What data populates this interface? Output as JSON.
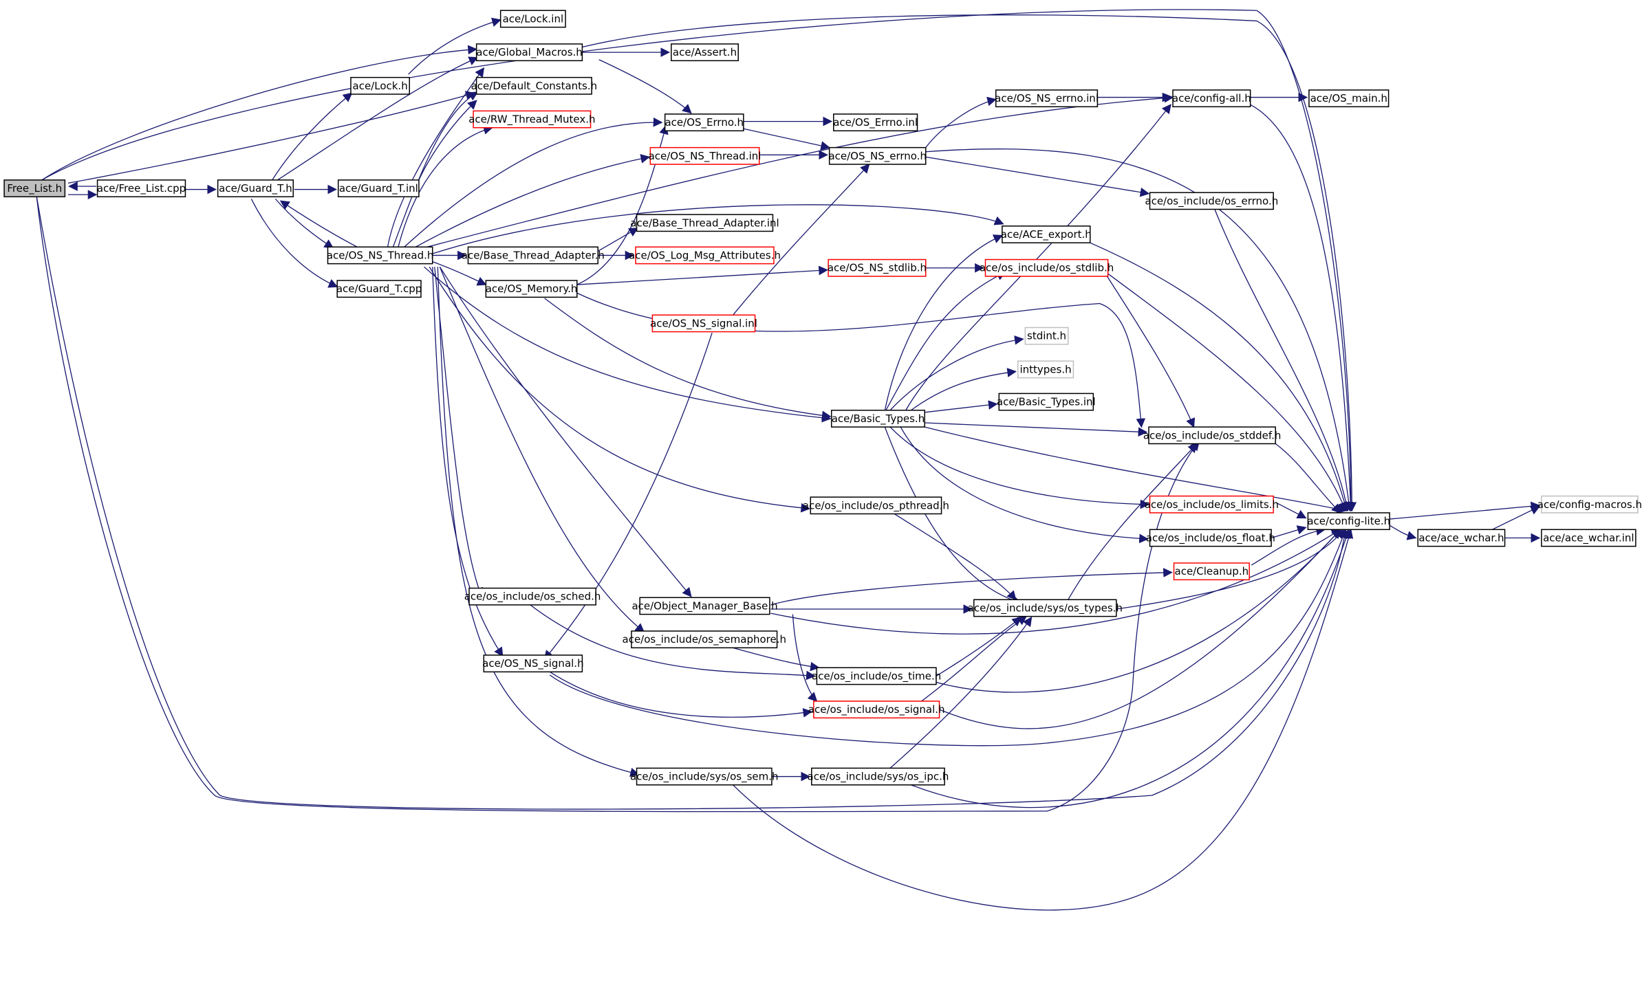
{
  "colors": {
    "edge": "#191970",
    "node_border": "#000000",
    "node_border_truncated": "#ff0000",
    "node_border_external": "#bfbfbf",
    "node_fill": "#ffffff",
    "root_fill": "#bfbfbf"
  },
  "nodes": {
    "free_list_h": "Free_List.h",
    "free_list_cpp": "ace/Free_List.cpp",
    "guard_t_h": "ace/Guard_T.h",
    "guard_t_inl": "ace/Guard_T.inl",
    "guard_t_cpp": "ace/Guard_T.cpp",
    "lock_h": "ace/Lock.h",
    "lock_inl": "ace/Lock.inl",
    "global_macros_h": "ace/Global_Macros.h",
    "assert_h": "ace/Assert.h",
    "default_constants_h": "ace/Default_Constants.h",
    "rw_thread_mutex_h": "ace/RW_Thread_Mutex.h",
    "os_ns_thread_h": "ace/OS_NS_Thread.h",
    "os_errno_h": "ace/OS_Errno.h",
    "os_errno_inl": "ace/OS_Errno.inl",
    "os_ns_thread_inl": "ace/OS_NS_Thread.inl",
    "os_ns_errno_h": "ace/OS_NS_errno.h",
    "os_ns_errno_inl": "ace/OS_NS_errno.inl",
    "config_all_h": "ace/config-all.h",
    "os_main_h": "ace/OS_main.h",
    "os_include_os_errno_h": "ace/os_include/os_errno.h",
    "ace_export_h": "ace/ACE_export.h",
    "base_thread_adapter_inl": "ace/Base_Thread_Adapter.inl",
    "base_thread_adapter_h": "ace/Base_Thread_Adapter.h",
    "os_log_msg_attributes_h": "ace/OS_Log_Msg_Attributes.h",
    "os_memory_h": "ace/OS_Memory.h",
    "os_ns_stdlib_h": "ace/OS_NS_stdlib.h",
    "os_include_os_stdlib_h": "ace/os_include/os_stdlib.h",
    "os_ns_signal_inl": "ace/OS_NS_signal.inl",
    "stdint_h": "stdint.h",
    "inttypes_h": "inttypes.h",
    "basic_types_inl": "ace/Basic_Types.inl",
    "basic_types_h": "ace/Basic_Types.h",
    "os_include_os_stddef_h": "ace/os_include/os_stddef.h",
    "os_include_os_limits_h": "ace/os_include/os_limits.h",
    "os_include_os_pthread_h": "ace/os_include/os_pthread.h",
    "config_lite_h": "ace/config-lite.h",
    "config_macros_h": "ace/config-macros.h",
    "os_include_os_float_h": "ace/os_include/os_float.h",
    "ace_wchar_h": "ace/ace_wchar.h",
    "ace_wchar_inl": "ace/ace_wchar.inl",
    "cleanup_h": "ace/Cleanup.h",
    "os_include_os_sched_h": "ace/os_include/os_sched.h",
    "object_manager_base_h": "ace/Object_Manager_Base.h",
    "os_include_sys_os_types_h": "ace/os_include/sys/os_types.h",
    "os_include_os_semaphore_h": "ace/os_include/os_semaphore.h",
    "os_ns_signal_h": "ace/OS_NS_signal.h",
    "os_include_os_time_h": "ace/os_include/os_time.h",
    "os_include_os_signal_h": "ace/os_include/os_signal.h",
    "os_include_sys_os_sem_h": "ace/os_include/sys/os_sem.h",
    "os_include_sys_os_ipc_h": "ace/os_include/sys/os_ipc.h"
  }
}
